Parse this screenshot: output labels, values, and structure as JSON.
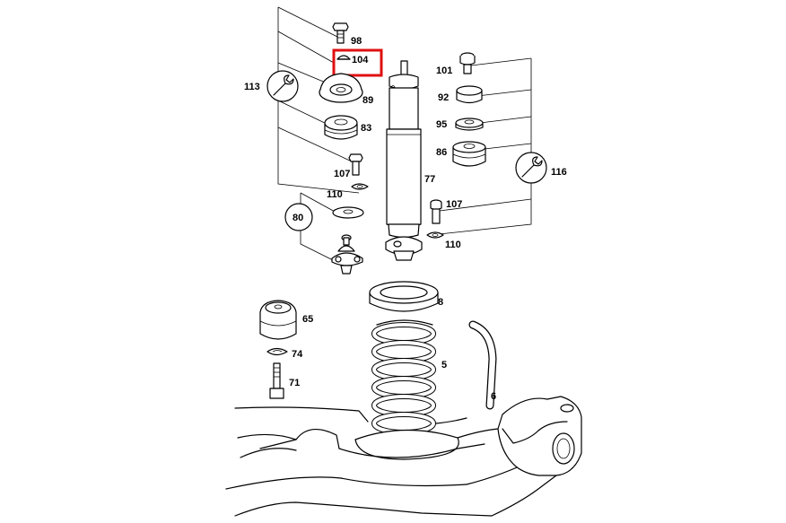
{
  "parts": {
    "p98": "98",
    "p104": "104",
    "p113": "113",
    "p89": "89",
    "p83": "83",
    "p107a": "107",
    "p110a": "110",
    "p80": "80",
    "p101": "101",
    "p92": "92",
    "p95": "95",
    "p86": "86",
    "p116": "116",
    "p77": "77",
    "p107b": "107",
    "p110b": "110",
    "p8": "8",
    "p65": "65",
    "p74": "74",
    "p71": "71",
    "p5": "5",
    "p6": "6"
  },
  "highlight": {
    "part": "104",
    "color": "#e01010"
  }
}
